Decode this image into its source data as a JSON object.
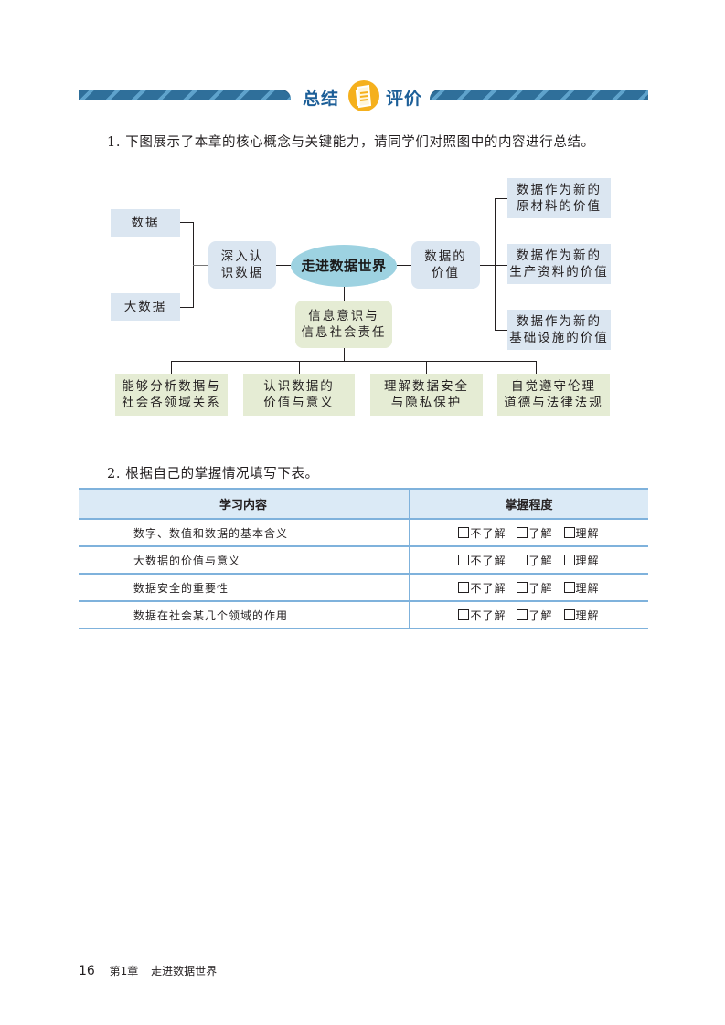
{
  "header": {
    "title_left": "总结",
    "title_right": "评价",
    "icon": "document-icon",
    "band_colors": [
      "#2f6f9a",
      "#5fa3cc"
    ],
    "title_color": "#1d5f98",
    "icon_color": "#f5b01d"
  },
  "question1": "1. 下图展示了本章的核心概念与关键能力，请同学们对照图中的内容进行总结。",
  "mindmap": {
    "center": "走进数据世界",
    "left_branch": {
      "label": [
        "深入认",
        "识数据"
      ],
      "children": [
        "数据",
        "大数据"
      ]
    },
    "right_branch": {
      "label": [
        "数据的",
        "价值"
      ],
      "children": [
        [
          "数据作为新的",
          "原材料的价值"
        ],
        [
          "数据作为新的",
          "生产资料的价值"
        ],
        [
          "数据作为新的",
          "基础设施的价值"
        ]
      ]
    },
    "bottom_branch": {
      "label": [
        "信息意识与",
        "信息社会责任"
      ],
      "children": [
        [
          "能够分析数据与",
          "社会各领域关系"
        ],
        [
          "认识数据的",
          "价值与意义"
        ],
        [
          "理解数据安全",
          "与隐私保护"
        ],
        [
          "自觉遵守伦理",
          "道德与法律法规"
        ]
      ]
    },
    "colors": {
      "blue_box": "#dbe6f1",
      "green_box": "#e5ecd4",
      "center_ellipse": "#9dd2e1"
    }
  },
  "question2": "2. 根据自己的掌握情况填写下表。",
  "table": {
    "headers": [
      "学习内容",
      "掌握程度"
    ],
    "options": [
      "不了解",
      "了解",
      "理解"
    ],
    "rows": [
      "数字、数值和数据的基本含义",
      "大数据的价值与意义",
      "数据安全的重要性",
      "数据在社会某几个领域的作用"
    ],
    "header_bg": "#dbeaf6",
    "rule_color": "#7fb2dc"
  },
  "footer": {
    "page_number": "16",
    "chapter": "第1章",
    "chapter_title": "走进数据世界"
  }
}
